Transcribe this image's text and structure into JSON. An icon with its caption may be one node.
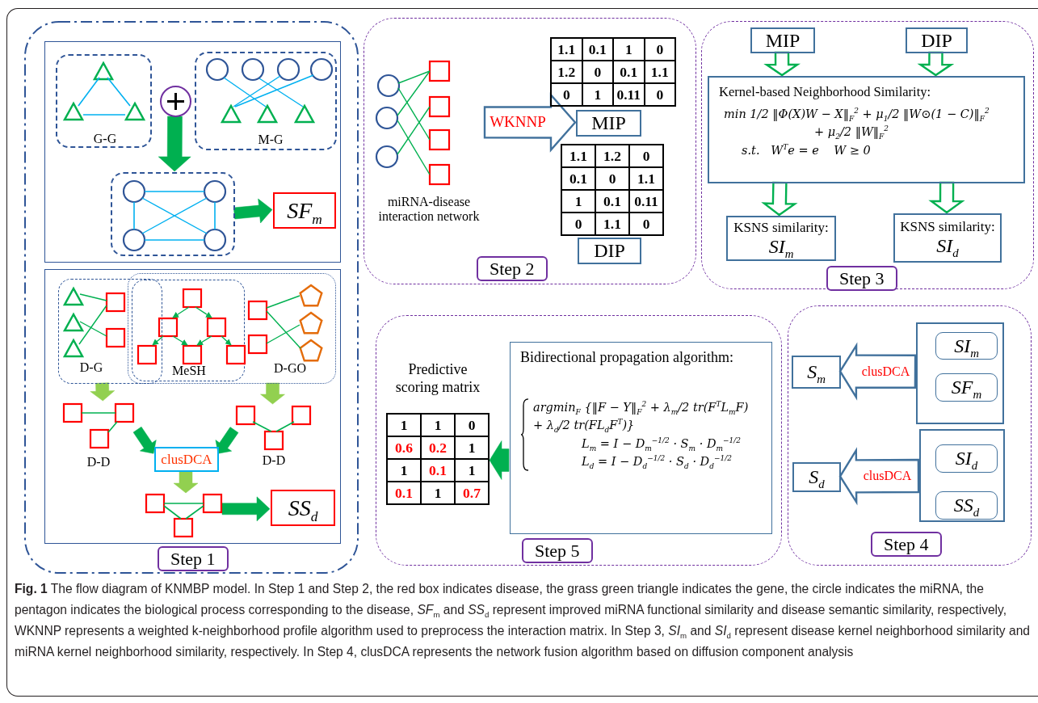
{
  "diagram": {
    "caption": "**Fig. 1** The flow diagram of KNMBP model. In Step 1 and Step 2, the red box indicates disease, the grass green triangle indicates the gene, the circle indicates the miRNA, the pentagon indicates the biological process corresponding to the disease, *SF*$_{m}$ and *SS*$_{d}$ represent improved miRNA functional similarity and disease semantic similarity, respectively, WKNNP represents a weighted k-neighborhood profile algorithm used to preprocess the interaction matrix. In Step 3, *SI*$_{m}$ and *SI*$_{d}$ represent disease kernel neighborhood similarity and miRNA kernel neighborhood similarity, respectively. In Step 4, clusDCA represents the network fusion algorithm based on diffusion component analysis",
    "nodes": [
      {
        "text": [
          "Step 1"
        ]
      },
      {
        "text": [],
        "shape": "box",
        "in": 0
      },
      {
        "text": [
          "G-G"
        ],
        "in": 1
      },
      {
        "text": [],
        "shape": "circle",
        "in": 1
      },
      {
        "text": [
          "M-G"
        ],
        "in": 1
      },
      {
        "text": [],
        "shape": "box",
        "in": 1
      },
      {
        "text": [
          "SF$_{m}$"
        ],
        "in": 1
      },
      {
        "text": [],
        "shape": "box",
        "in": 0
      },
      {
        "text": [
          "D-G"
        ],
        "in": 7
      },
      {
        "text": [
          "MeSH"
        ],
        "in": 10
      },
      {
        "text": [
          "D-GO"
        ],
        "in": 7
      },
      {
        "text": [
          "D-D"
        ],
        "in": 7
      },
      {
        "text": [
          "D-D"
        ],
        "in": 7
      },
      {
        "text": [
          "clusDCA"
        ],
        "in": 7
      },
      {
        "text": [],
        "shape": "picture",
        "in": 7
      },
      {
        "text": [
          "SS$_{d}$"
        ],
        "in": 7
      },
      {
        "text": [
          "Step 2"
        ]
      },
      {
        "text": [
          "miRNA-disease interaction network"
        ],
        "in": 16
      },
      {
        "text": [
          "MIP"
        ],
        "in": 16
      },
      {
        "text": [
          "DIP"
        ],
        "in": 16
      },
      {
        "text": [
          "Step 3"
        ]
      },
      {
        "text": [
          "MIP"
        ],
        "in": 20
      },
      {
        "text": [
          "DIP"
        ],
        "in": 20
      },
      {
        "text": [
          "Kernel-based Neighborhood Similarity:",
          "min 1/2 ‖Φ(X)W − X‖$_{F}$$^{2}$ + μ$_{1}$/2 ‖W⊙(1 − C)‖$_{F}$$^{2}$",
          "+ μ$_{2}$/2 ‖W‖$_{F}$$^{2}$",
          "s.t.   W$^{T}$e = e    W ≥ 0"
        ],
        "in": 20
      },
      {
        "text": [
          "KSNS similarity:",
          "SI$_{m}$"
        ],
        "in": 20
      },
      {
        "text": [
          "KSNS similarity:",
          "SI$_{d}$"
        ],
        "in": 20
      },
      {
        "text": [
          "Step 5"
        ]
      },
      {
        "text": [
          "Predictive scoring matrix"
        ],
        "in": 26
      },
      {
        "text": [
          "Bidirectional propagation algorithm:",
          "argmin$_{F}$ {‖F − Y‖$_{F}$$^{2}$ + λ$_{m}$/2 tr(F$^{T}$L$_{m}$F) + λ$_{d}$/2 tr(FL$_{d}$F$^{T}$)}",
          "L$_{m}$ = I − D$_{m}$$^{−1/2}$ · S$_{m}$ · D$_{m}$$^{−1/2}$",
          "L$_{d}$ = I − D$_{d}$$^{−1/2}$ · S$_{d}$ · D$_{d}$$^{−1/2}$"
        ],
        "in": 26
      },
      {
        "text": [
          "Step 4"
        ]
      },
      {
        "text": [
          "S$_{m}$"
        ],
        "in": 29
      },
      {
        "text": [],
        "shape": "box",
        "in": 29
      },
      {
        "text": [
          "SI$_{m}$"
        ],
        "in": 31
      },
      {
        "text": [
          "SF$_{m}$"
        ],
        "in": 31
      },
      {
        "text": [
          "S$_{d}$"
        ],
        "in": 29
      },
      {
        "text": [],
        "shape": "box",
        "in": 29
      },
      {
        "text": [
          "SI$_{d}$"
        ],
        "in": 35
      },
      {
        "text": [
          "SS$_{d}$"
        ],
        "in": 35
      }
    ],
    "edges": [
      {
        "from": 3,
        "to": 5,
        "arrow": "to"
      },
      {
        "from": 5,
        "to": 6,
        "arrow": "to"
      },
      {
        "from": 8,
        "to": 11,
        "arrow": "to",
        "color": "#92d050"
      },
      {
        "from": 10,
        "to": 12,
        "arrow": "to",
        "color": "#92d050"
      },
      {
        "from": 11,
        "to": 13,
        "arrow": "to"
      },
      {
        "from": 12,
        "to": 13,
        "arrow": "to"
      },
      {
        "from": 13,
        "to": 14,
        "arrow": "to",
        "color": "#92d050"
      },
      {
        "from": 14,
        "to": 15,
        "arrow": "to"
      },
      {
        "from": 17,
        "to": 18,
        "arrow": "to",
        "label": "WKNNP",
        "color": "#41719c"
      },
      {
        "from": 21,
        "to": 23,
        "arrow": "to"
      },
      {
        "from": 22,
        "to": 23,
        "arrow": "to"
      },
      {
        "from": 23,
        "to": 24,
        "arrow": "to"
      },
      {
        "from": 23,
        "to": 25,
        "arrow": "to"
      },
      {
        "from": 28,
        "to": 27,
        "arrow": "to"
      },
      {
        "from": 31,
        "to": 30,
        "arrow": "to",
        "label": "clusDCA",
        "color": "#41719c"
      },
      {
        "from": 35,
        "to": 34,
        "arrow": "to",
        "label": "clusDCA",
        "color": "#41719c"
      }
    ],
    "labels": [
      "1.1",
      "0.1",
      "1",
      "0",
      "1.2",
      "0",
      "0.1",
      "1.1",
      "0",
      "1",
      "0.11",
      "0",
      "1.1",
      "1.2",
      "0",
      "0.1",
      "0",
      "1.1",
      "1",
      "0.1",
      "0.11",
      "0",
      "1.1",
      "0",
      "1",
      "1",
      "0",
      "0.6",
      "0.2",
      "1",
      "1",
      "0.1",
      "1",
      "0.1",
      "1",
      "0.7"
    ]
  }
}
